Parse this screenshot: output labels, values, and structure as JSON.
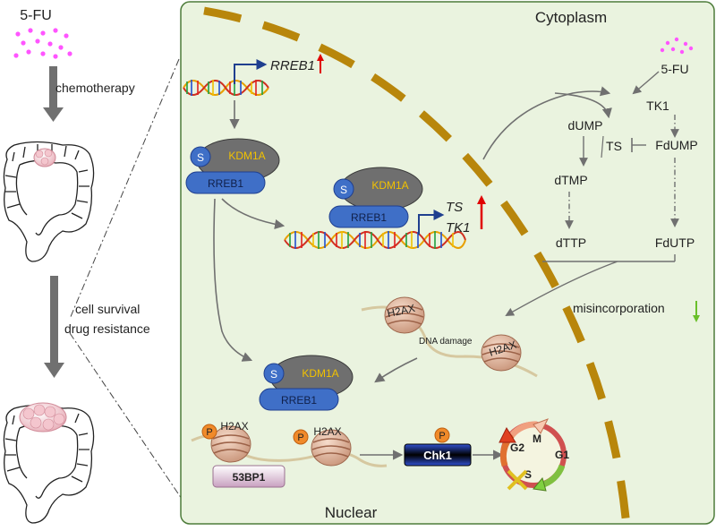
{
  "left_panel": {
    "drug_label": "5-FU",
    "step1_label": "chemotherapy",
    "step2_line1": "cell survival",
    "step2_line2": "drug resistance"
  },
  "cell": {
    "cytoplasm_label": "Cytoplasm",
    "nuclear_label": "Nuclear"
  },
  "genes": {
    "rreb1": "RREB1",
    "ts": "TS",
    "tk1": "TK1"
  },
  "complex": {
    "sumo": "S",
    "kdm1a": "KDM1A",
    "rreb1": "RREB1"
  },
  "metabolism": {
    "drug": "5-FU",
    "tk1": "TK1",
    "dump": "dUMP",
    "ts": "TS",
    "fdump": "FdUMP",
    "dtmp": "dTMP",
    "dttp": "dTTP",
    "fdutp": "FdUTP",
    "misincorporation": "misincorporation"
  },
  "damage": {
    "h2ax_a": "H2AX",
    "h2ax_b": "H2AX",
    "dna_damage": "DNA damage"
  },
  "checkpoint": {
    "phospho": "P",
    "h2ax_left": "H2AX",
    "h2ax_right": "H2AX",
    "p53bp1": "53BP1",
    "chk1": "Chk1",
    "m": "M",
    "g1": "G1",
    "g2": "G2",
    "s": "S"
  },
  "colors": {
    "cell_fill": "#eaf3df",
    "cell_border": "#4d7c3a",
    "membrane": "#b8860b",
    "protein_blue": "#3f6fc7",
    "kdm1a_gray": "#6f6f6f",
    "kdm1a_text": "#f2c200",
    "drug_dots": "#ff55ff",
    "up_arrow": "#e00000",
    "down_arrow": "#6abf2a"
  }
}
